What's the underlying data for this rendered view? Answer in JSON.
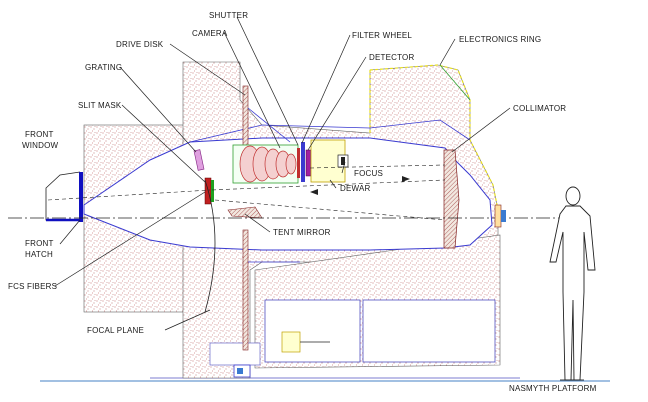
{
  "labels": {
    "shutter": "SHUTTER",
    "camera": "CAMERA",
    "filter_wheel": "FILTER WHEEL",
    "drive_disk": "DRIVE DISK",
    "detector": "DETECTOR",
    "electronics_ring": "ELECTRONICS RING",
    "grating": "GRATING",
    "slit_mask": "SLIT MASK",
    "collimator": "COLLIMATOR",
    "front_window_line1": "FRONT",
    "front_window_line2": "WINDOW",
    "focus": "FOCUS",
    "dewar": "DEWAR",
    "front_hatch_line1": "FRONT",
    "front_hatch_line2": "HATCH",
    "tent_mirror": "TENT MIRROR",
    "fcs_fibers": "FCS FIBERS",
    "focal_plane": "FOCAL PLANE",
    "nasmyth_platform": "NASMYTH PLATFORM"
  },
  "colors": {
    "outline_blue": "#3a3ad0",
    "stipple_red": "#c06060",
    "hatch_blue": "#1010c0",
    "electronics_yellow": "#e8e020",
    "lens_green": "#30a030",
    "lens_red": "#c03030"
  }
}
